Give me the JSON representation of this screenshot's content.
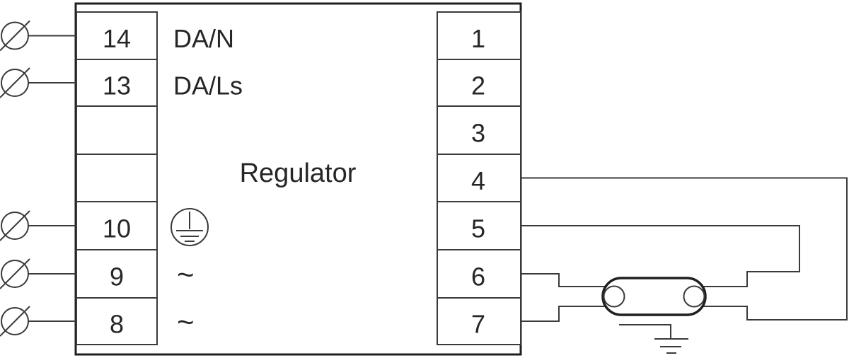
{
  "colors": {
    "background": "#ffffff",
    "line": "#3a3a3a",
    "border": "#1f1f1f",
    "text": "#262626"
  },
  "regulator": {
    "title": "Regulator"
  },
  "left_terminals": [
    {
      "number": "14",
      "label": "DA/N"
    },
    {
      "number": "13",
      "label": "DA/Ls"
    },
    {
      "number": "",
      "label": ""
    },
    {
      "number": "",
      "label": ""
    },
    {
      "number": "10",
      "label": ""
    },
    {
      "number": "9",
      "label": "~"
    },
    {
      "number": "8",
      "label": "~"
    }
  ],
  "right_terminals": [
    "1",
    "2",
    "3",
    "4",
    "5",
    "6",
    "7"
  ],
  "icons": {
    "screw_terminal": "circle-with-diagonal-slash",
    "protective_earth": "earth-ground-inside-circle",
    "ac_supply": "~",
    "lamp": "fluorescent-tube-with-two-electrodes",
    "ground": "earth-ground"
  },
  "connections": [
    {
      "from": "terminal-4",
      "to": "lamp-right-electrode-bottom-pin"
    },
    {
      "from": "terminal-5",
      "to": "lamp-right-electrode-top-pin"
    },
    {
      "from": "terminal-6",
      "to": "lamp-left-electrode-top-pin"
    },
    {
      "from": "terminal-7",
      "to": "lamp-left-electrode-bottom-pin"
    },
    {
      "from": "lamp-fixture",
      "to": "earth-ground"
    }
  ]
}
